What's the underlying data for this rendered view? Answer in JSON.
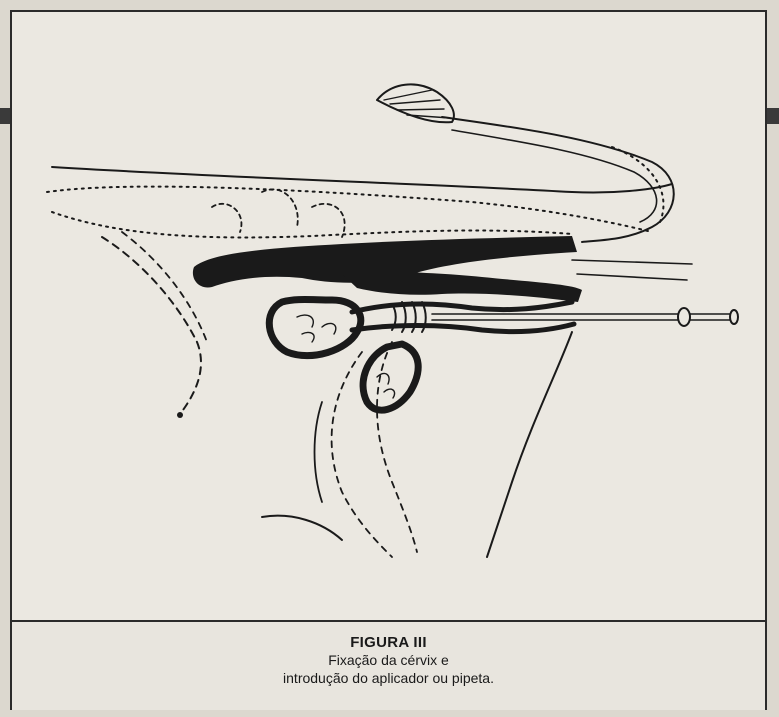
{
  "figure": {
    "title": "FIGURA III",
    "caption_line1": "Fixação da cérvix e",
    "caption_line2": "introdução do aplicador ou pipeta."
  }
}
